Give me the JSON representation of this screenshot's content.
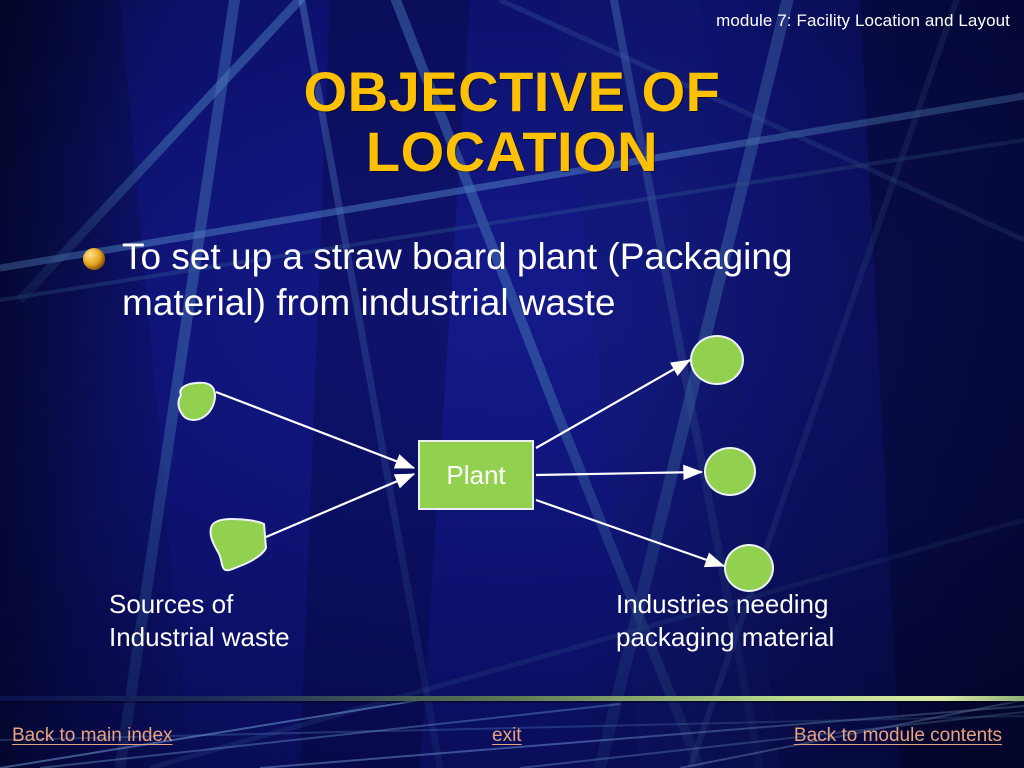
{
  "slide": {
    "module_header": "module 7: Facility Location and Layout",
    "title_line_1": "OBJECTIVE OF",
    "title_line_2": "LOCATION",
    "bullet_text": "To set up a straw board plant (Packaging material) from industrial waste"
  },
  "diagram": {
    "plant_label": "Plant",
    "caption_left": "Sources of\nIndustrial waste",
    "caption_right": "Industries needing\n packaging material",
    "source_count": 2,
    "destination_count": 3
  },
  "footer": {
    "link_main_index": "Back to main index",
    "link_exit": "exit",
    "link_module_contents": "Back to module contents"
  },
  "colors": {
    "background_navy": "#0d1270",
    "title_gold": "#FFC000",
    "node_green": "#92D050",
    "body_text": "#FFFFFF",
    "link_salmon": "#E8A37E",
    "bullet_gold": "#D9A520",
    "arrow_white": "#FFFFFF"
  }
}
